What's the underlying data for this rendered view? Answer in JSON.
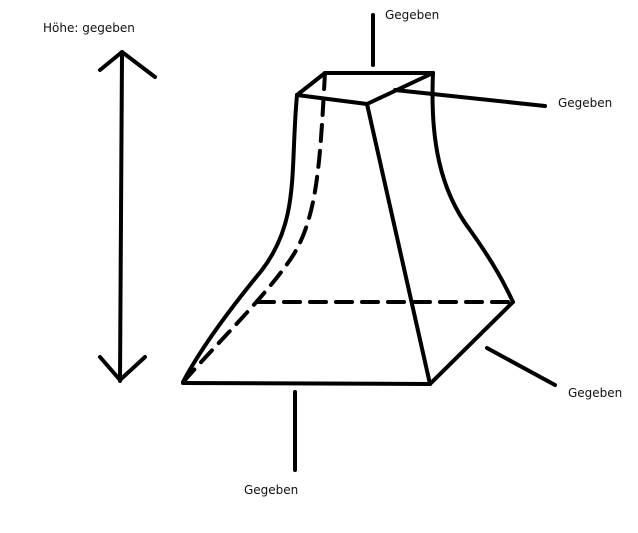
{
  "labels": {
    "height": "Höhe: gegeben",
    "top": "Gegeben",
    "top_right": "Gegeben",
    "bottom_right": "Gegeben",
    "bottom": "Gegeben"
  }
}
